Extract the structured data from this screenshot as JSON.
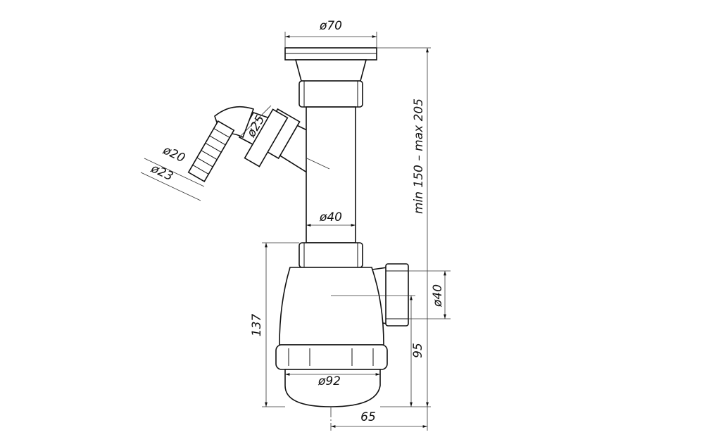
{
  "dimensions": {
    "flange_diameter": "ø70",
    "branch_diameter": "ø25",
    "hose_inner_diameter": "ø20",
    "hose_outer_diameter": "ø23",
    "pipe_diameter": "ø40",
    "height_range": "min 150 – max 205",
    "outlet_diameter": "ø40",
    "trap_height": "137",
    "outlet_height": "95",
    "bowl_diameter": "ø92",
    "outlet_offset": "65"
  }
}
